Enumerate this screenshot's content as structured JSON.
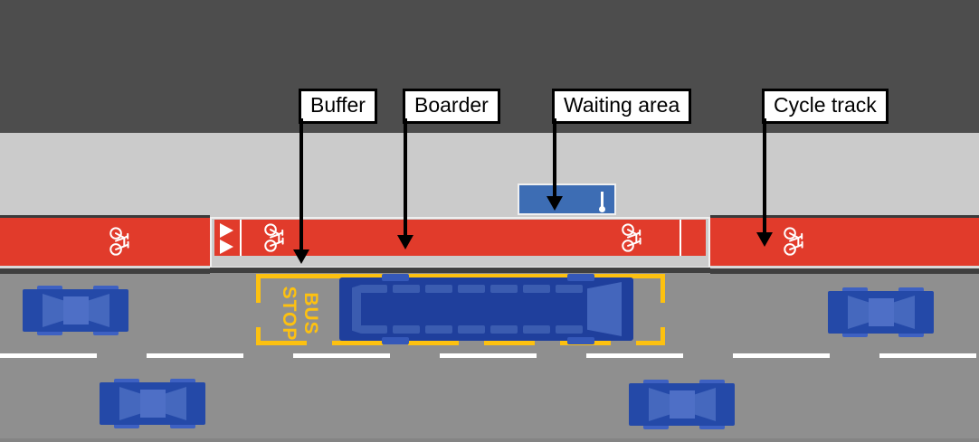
{
  "callouts": {
    "buffer": {
      "label": "Buffer"
    },
    "boarder": {
      "label": "Boarder"
    },
    "waiting_area": {
      "label": "Waiting area"
    },
    "cycle_track": {
      "label": "Cycle track"
    }
  },
  "road_markings": {
    "bus_stop": "BUS STOP"
  },
  "icons": {
    "bike": "bicycle-icon",
    "chevron": "double-chevron-right-icon",
    "pole": "bus-stop-pole-icon"
  },
  "colors": {
    "cycle_lane_red": "#E13B2B",
    "upper_sidewalk_dark": "#4D4D4D",
    "sidewalk_gray": "#CBCBCB",
    "road_gray": "#8F8F8F",
    "curb_dark": "#3F3F3F",
    "marking_yellow": "#FDC110",
    "bus_blue": "#1F3F9C",
    "car_blue": "#2449A8",
    "shelter_blue": "#3D6DB4",
    "lane_dash_white": "#FFFFFF"
  }
}
